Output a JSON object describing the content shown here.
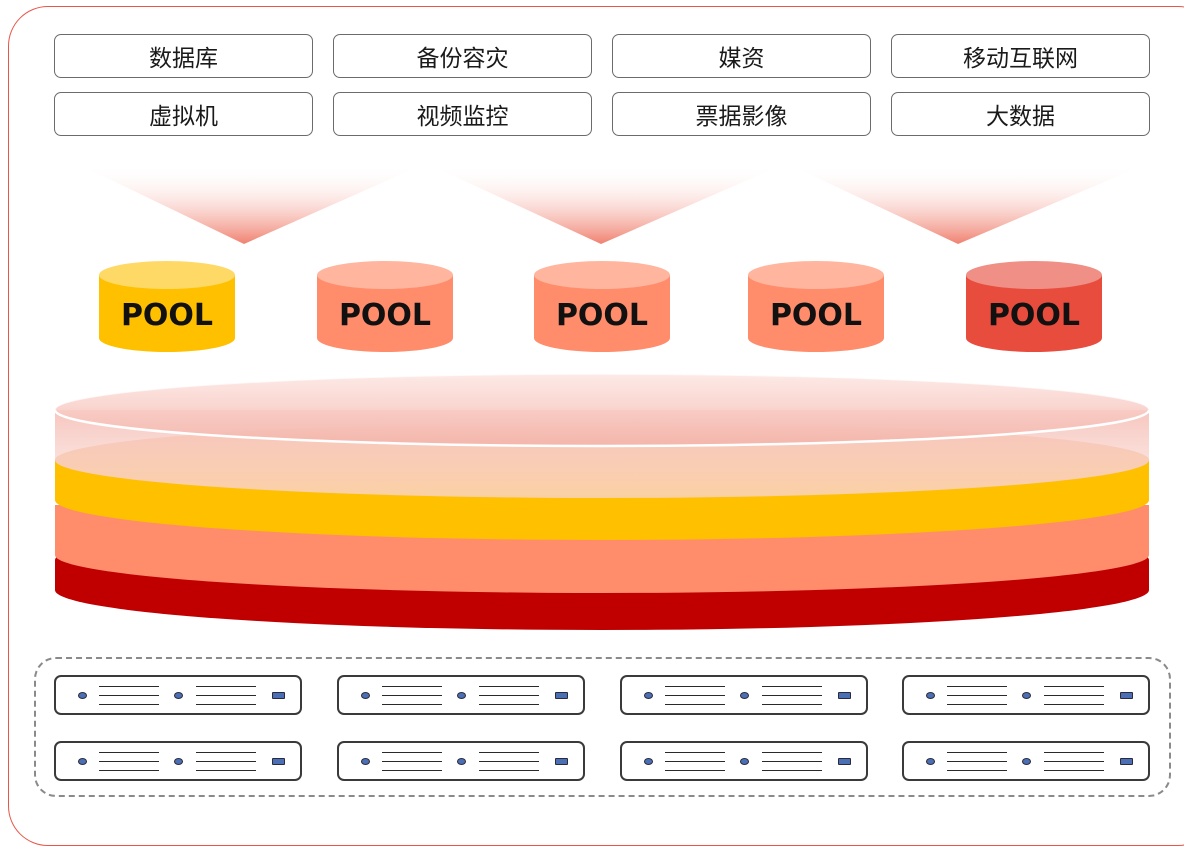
{
  "applications": [
    {
      "label": "数据库"
    },
    {
      "label": "备份容灾"
    },
    {
      "label": "媒资"
    },
    {
      "label": "移动互联网"
    },
    {
      "label": "虚拟机"
    },
    {
      "label": "视频监控"
    },
    {
      "label": "票据影像"
    },
    {
      "label": "大数据"
    }
  ],
  "pools": [
    {
      "label": "POOL",
      "color": "#ffc000"
    },
    {
      "label": "POOL",
      "color": "#ff8c6b"
    },
    {
      "label": "POOL",
      "color": "#ff8c6b"
    },
    {
      "label": "POOL",
      "color": "#ff8c6b"
    },
    {
      "label": "POOL",
      "color": "#e84c3d"
    }
  ],
  "resource_layers": [
    {
      "color": "#c00000"
    },
    {
      "color": "#ff8c6b"
    },
    {
      "color": "#ffc000"
    }
  ],
  "servers": {
    "rows": 2,
    "per_row": 4,
    "icon": "server-rack-icon"
  },
  "colors": {
    "frame": "#e8554a",
    "funnel": "#f08070"
  }
}
